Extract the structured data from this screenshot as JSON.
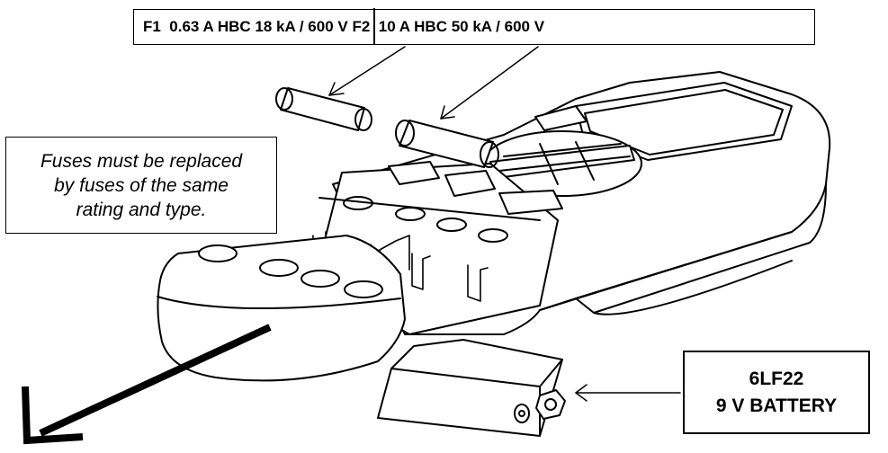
{
  "fuse_label": {
    "f1": "F1  0.63 A HBC 18 kA / 600 V F2",
    "f2": "10 A HBC 50 kA / 600 V"
  },
  "note": {
    "line1": "Fuses must be replaced",
    "line2": "by fuses of the same",
    "line3": "rating and type."
  },
  "battery_label": {
    "line1": "6LF22",
    "line2": "9 V BATTERY"
  },
  "colors": {
    "ink": "#000000",
    "background": "#ffffff"
  }
}
